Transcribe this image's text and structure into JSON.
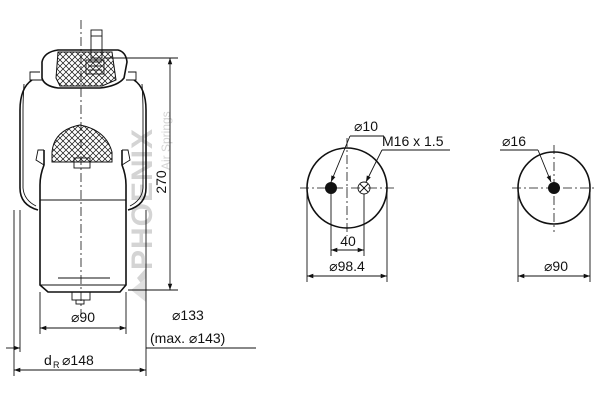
{
  "watermark": {
    "brand": "PHOENIX",
    "tagline": "Air Springs"
  },
  "side_view": {
    "height_label": "270",
    "bottom_piston_dia": "⌀90",
    "bead_dia": "⌀133",
    "max_dia": "(max. ⌀143)",
    "d_r_letter": "d",
    "d_r_subscript": "R",
    "overall_dia": "⌀148"
  },
  "top_plate": {
    "hole_dia": "⌀10",
    "thread": "M16 x 1.5",
    "hole_spacing": "40",
    "plate_dia": "⌀98.4"
  },
  "bottom_plate": {
    "hole_dia": "⌀16",
    "plate_dia": "⌀90"
  }
}
